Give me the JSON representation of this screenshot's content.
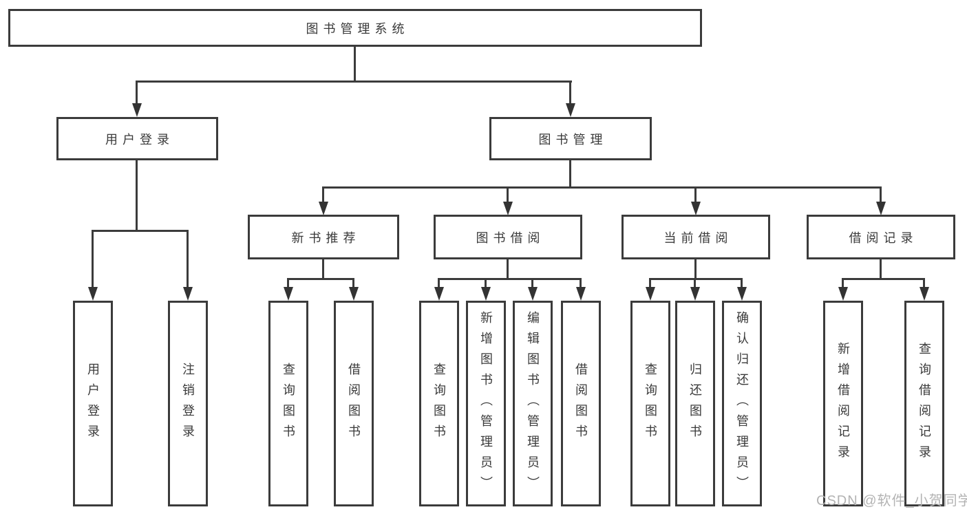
{
  "diagram": {
    "title": "图书管理系统",
    "branches": [
      {
        "label": "用户登录",
        "children": [
          {
            "label": "用户登录"
          },
          {
            "label": "注销登录"
          }
        ]
      },
      {
        "label": "图书管理",
        "children": [
          {
            "label": "新书推荐",
            "children": [
              {
                "label": "查询图书"
              },
              {
                "label": "借阅图书"
              }
            ]
          },
          {
            "label": "图书借阅",
            "children": [
              {
                "label": "查询图书"
              },
              {
                "label": "新增图书（管理员）"
              },
              {
                "label": "编辑图书（管理员）"
              },
              {
                "label": "借阅图书"
              }
            ]
          },
          {
            "label": "当前借阅",
            "children": [
              {
                "label": "查询图书"
              },
              {
                "label": "归还图书"
              },
              {
                "label": "确认归还（管理员）"
              }
            ]
          },
          {
            "label": "借阅记录",
            "children": [
              {
                "label": "新增借阅记录"
              },
              {
                "label": "查询借阅记录"
              }
            ]
          }
        ]
      }
    ]
  },
  "watermark": {
    "text": "CSDN @软件_小贺同学"
  },
  "colors": {
    "line": "#3b3b3b",
    "text": "#3a3a3a",
    "arrow": "#333333",
    "watermark": "#b3b3b3",
    "background": "#ffffff"
  }
}
